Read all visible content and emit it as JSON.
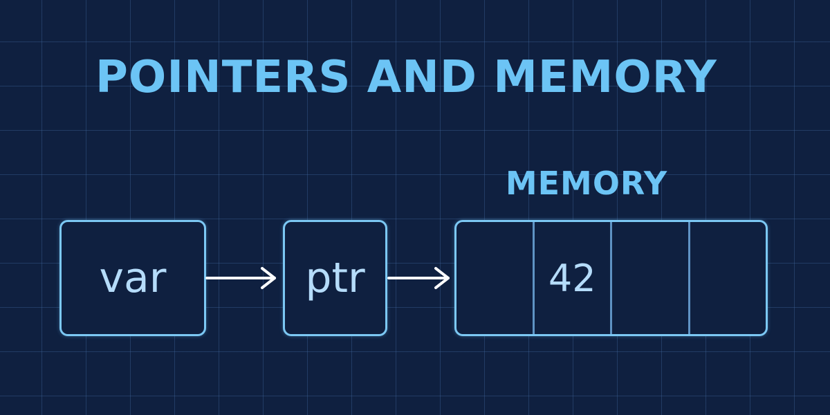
{
  "title": "POINTERS AND MEMORY",
  "memory_label": "MEMORY",
  "nodes": {
    "var": {
      "label": "var"
    },
    "ptr": {
      "label": "ptr"
    }
  },
  "memory": {
    "cells": [
      "",
      "42",
      "",
      ""
    ]
  },
  "colors": {
    "background": "#0f2040",
    "grid": "#466ea5",
    "accent": "#6cc4f5",
    "box_border": "#7cc8f4",
    "text": "#b5dcfa",
    "arrow": "#ffffff"
  },
  "icons": {
    "connector": "right-arrow-icon"
  }
}
